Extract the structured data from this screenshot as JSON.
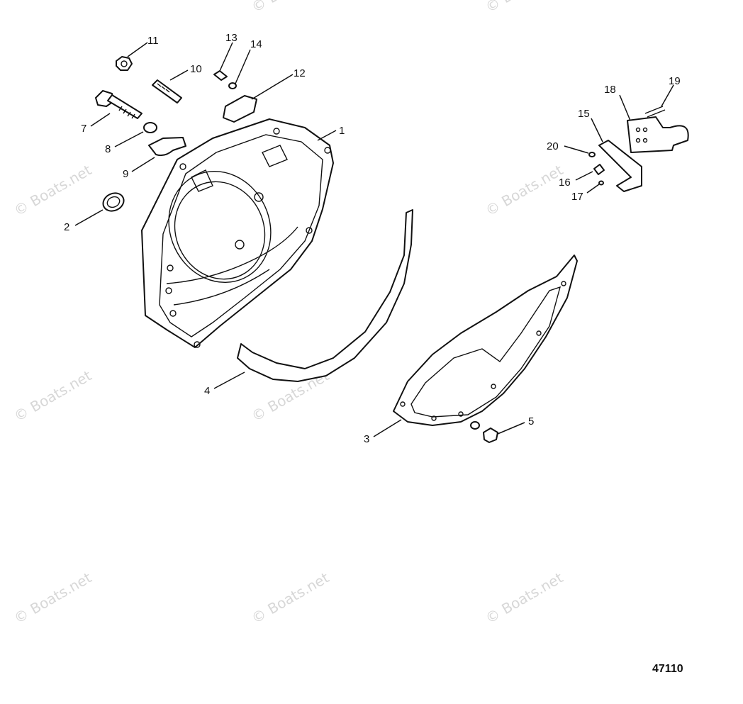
{
  "diagram": {
    "callouts": [
      "1",
      "2",
      "3",
      "4",
      "5",
      "7",
      "8",
      "9",
      "10",
      "11",
      "12",
      "13",
      "14",
      "15",
      "16",
      "17",
      "18",
      "19",
      "20"
    ],
    "drawing_number": "47110",
    "watermark": "© Boats.net"
  }
}
